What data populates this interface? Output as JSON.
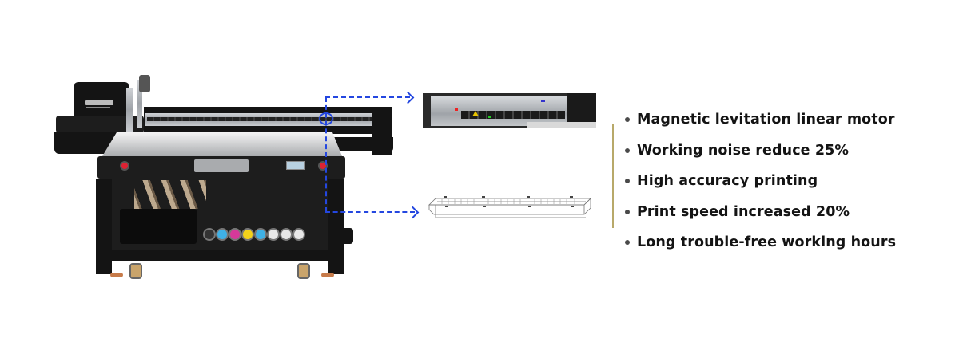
{
  "features": {
    "accent_color": "#b8a96a",
    "bullet_color": "#4a4a4a",
    "items": [
      "Magnetic levitation linear motor",
      "Working noise reduce 25%",
      "High accuracy printing",
      "Print speed increased 20%",
      "Long trouble-free working hours"
    ]
  },
  "callout": {
    "line_color": "#2447e0"
  },
  "images": {
    "printer": "uv-flatbed-printer",
    "detail_top": "linear-motor-rail-photo",
    "detail_bottom": "linear-motor-rail-drawing"
  },
  "ink_colors": [
    "#222222",
    "#3fb1e6",
    "#d6399a",
    "#f2d21b",
    "#3fb1e6",
    "#e8e8e8",
    "#e8e8e8",
    "#e8e8e8"
  ]
}
